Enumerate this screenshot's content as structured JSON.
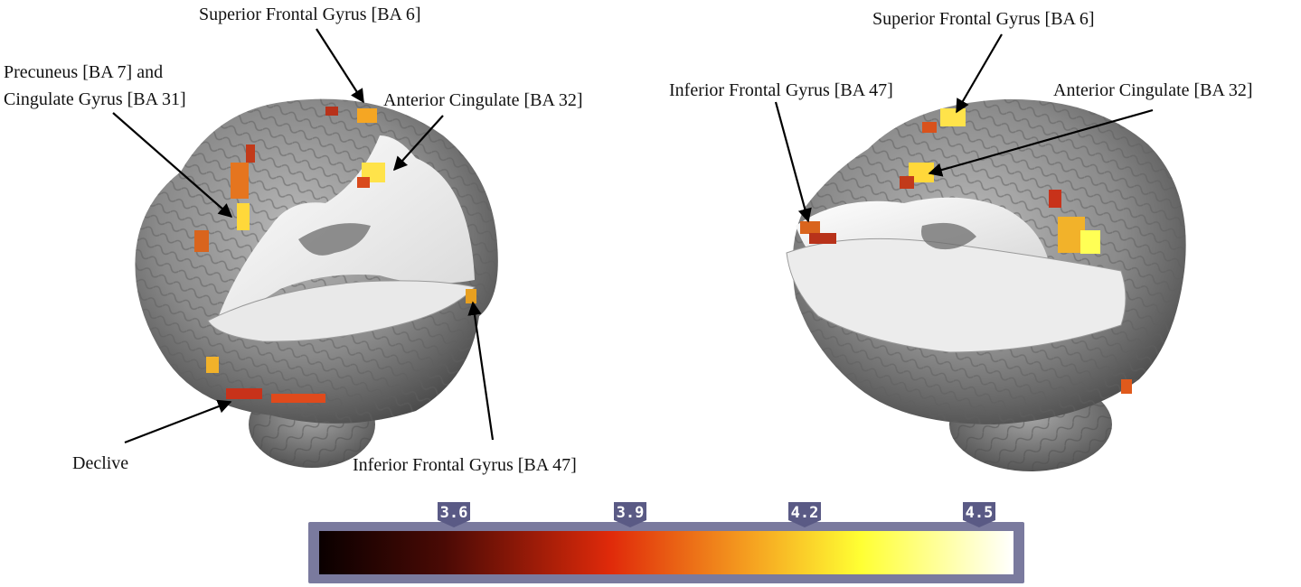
{
  "figure": {
    "left_view": {
      "labels": {
        "superior_frontal": "Superior Frontal Gyrus [BA 6]",
        "precuneus_line1": "Precuneus [BA 7] and",
        "precuneus_line2": "Cingulate Gyrus [BA 31]",
        "anterior_cingulate": "Anterior Cingulate [BA 32]",
        "declive": "Declive",
        "inferior_frontal": "Inferior Frontal Gyrus [BA 47]"
      }
    },
    "right_view": {
      "labels": {
        "superior_frontal": "Superior Frontal Gyrus [BA 6]",
        "inferior_frontal": "Inferior Frontal Gyrus [BA 47]",
        "anterior_cingulate": "Anterior Cingulate [BA 32]"
      }
    },
    "colorbar": {
      "ticks": [
        "3.6",
        "3.9",
        "4.2",
        "4.5"
      ],
      "colors": {
        "frame": "#7a7a9e",
        "stop_dark": "#0a0000",
        "stop_red": "#e02a0a",
        "stop_yellow": "#ffff33",
        "stop_white": "#ffffff"
      }
    }
  }
}
